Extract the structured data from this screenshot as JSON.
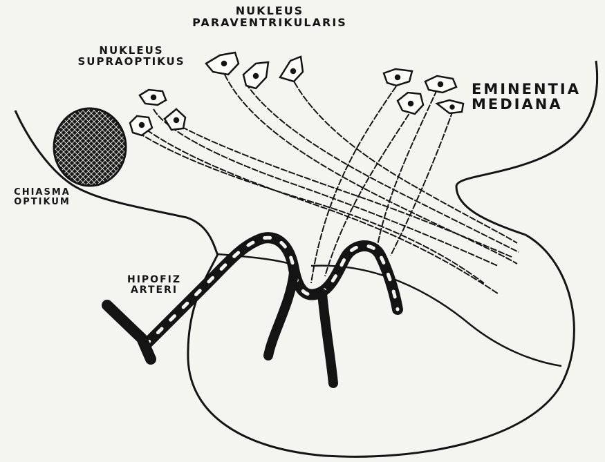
{
  "labels": {
    "nucleus_paraventricularis": [
      "NUKLEUS",
      "PARAVENTRIKULARIS"
    ],
    "nucleus_supraopticus": [
      "NUKLEUS",
      "SUPRAOPTIKUS"
    ],
    "eminentia_mediana": [
      "EMINENTIA",
      "MEDIANA"
    ],
    "chiasma_opticum": [
      "CHIASMA",
      "OPTIKUM"
    ],
    "hipofiz_arteri": [
      "HIPOFIZ",
      "ARTERI"
    ]
  },
  "colors": {
    "paper": "#f4f4f0",
    "ink": "#141414"
  }
}
